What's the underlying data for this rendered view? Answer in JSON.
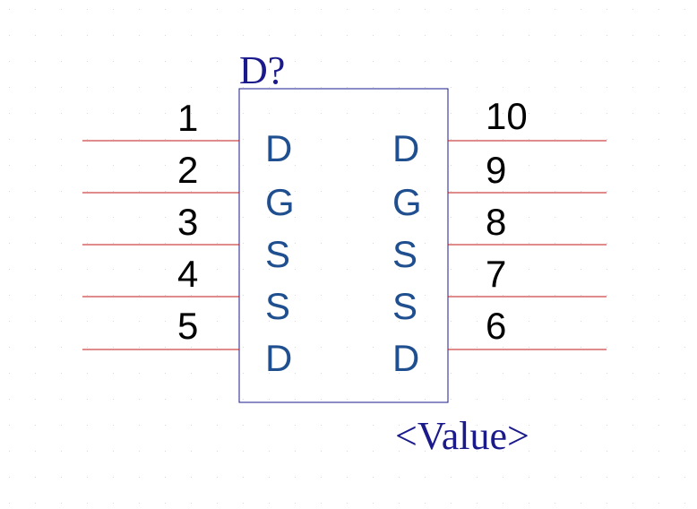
{
  "component": {
    "designator": "D?",
    "value": "<Value>",
    "left_pins": [
      {
        "number": "1",
        "name": "D"
      },
      {
        "number": "2",
        "name": "G"
      },
      {
        "number": "3",
        "name": "S"
      },
      {
        "number": "4",
        "name": "S"
      },
      {
        "number": "5",
        "name": "D"
      }
    ],
    "right_pins": [
      {
        "number": "10",
        "name": "D"
      },
      {
        "number": "9",
        "name": "G"
      },
      {
        "number": "8",
        "name": "S"
      },
      {
        "number": "7",
        "name": "S"
      },
      {
        "number": "6",
        "name": "D"
      }
    ]
  },
  "colors": {
    "body_outline": "#1a1a8c",
    "pin_line": "#c01818",
    "pin_name": "#1f4f8f",
    "designator": "#1a1a8c",
    "grid_dot": "#d8d8d8"
  }
}
